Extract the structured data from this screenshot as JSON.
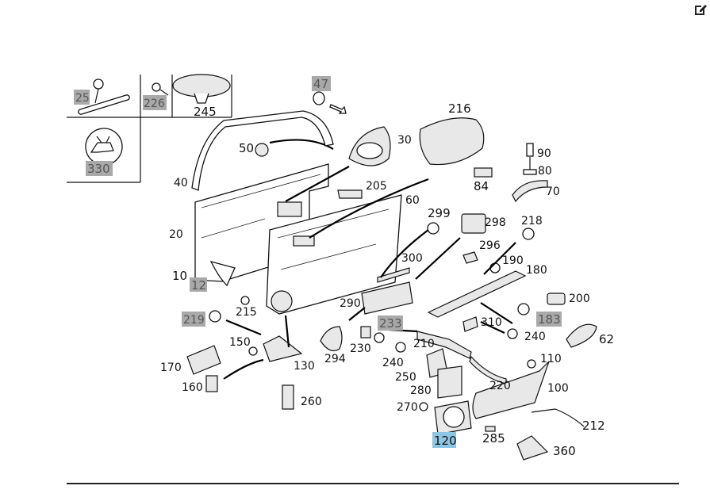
{
  "toolbar": {
    "edit_icon": "edit-icon"
  },
  "colors": {
    "highlight": "#a9a9a9",
    "selected": "#8dc5e3"
  },
  "callouts": {
    "c25": "25",
    "c226": "226",
    "c245": "245",
    "c330": "330",
    "c47": "47",
    "c216": "216",
    "c50": "50",
    "c30": "30",
    "c90": "90",
    "c80": "80",
    "c84": "84",
    "c70": "70",
    "c40": "40",
    "c205": "205",
    "c60": "60",
    "c299": "299",
    "c298": "298",
    "c218": "218",
    "c20": "20",
    "c296": "296",
    "c300": "300",
    "c190": "190",
    "c180": "180",
    "c10": "10",
    "c12": "12",
    "c200": "200",
    "c215": "215",
    "c290": "290",
    "c183": "183",
    "c219": "219",
    "c233": "233",
    "c310": "310",
    "c62": "62",
    "c150": "150",
    "c240a": "240",
    "c230": "230",
    "c210": "210",
    "c294": "294",
    "c240b": "240",
    "c110": "110",
    "c170": "170",
    "c130": "130",
    "c250": "250",
    "c220": "220",
    "c160": "160",
    "c280": "280",
    "c100": "100",
    "c260": "260",
    "c270": "270",
    "c212": "212",
    "c120": "120",
    "c285": "285",
    "c360": "360"
  }
}
